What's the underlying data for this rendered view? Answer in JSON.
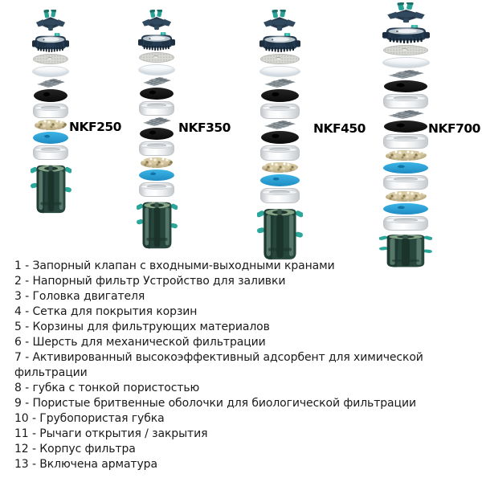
{
  "filters": [
    {
      "label": "NKF250",
      "parts": [
        "valve",
        "motor-head",
        "mesh-disc",
        "white-pad",
        "grid-plate",
        "black-sponge",
        "basket",
        "ceramic-rings",
        "blue-sponge",
        "basket",
        "body"
      ]
    },
    {
      "label": "NKF350",
      "parts": [
        "valve",
        "motor-head",
        "mesh-disc",
        "white-pad",
        "grid-plate",
        "black-sponge",
        "basket",
        "grid-plate",
        "black-sponge",
        "basket",
        "ceramic-rings",
        "blue-sponge",
        "basket",
        "body"
      ]
    },
    {
      "label": "NKF450",
      "parts": [
        "valve",
        "motor-head",
        "mesh-disc",
        "white-pad",
        "grid-plate",
        "black-sponge",
        "basket",
        "grid-plate",
        "black-sponge",
        "basket",
        "ceramic-rings",
        "blue-sponge",
        "basket",
        "body"
      ]
    },
    {
      "label": "NKF700",
      "parts": [
        "valve",
        "motor-head",
        "mesh-disc",
        "white-pad",
        "grid-plate",
        "black-sponge",
        "basket",
        "grid-plate",
        "black-sponge",
        "basket",
        "ceramic-rings",
        "blue-sponge",
        "basket",
        "ceramic-rings",
        "blue-sponge",
        "basket",
        "body"
      ]
    }
  ],
  "parts_list": [
    "1 - Запорный клапан с входными-выходными кранами",
    "2 - Напорный фильтр Устройство для заливки",
    "3 - Головка двигателя",
    "4 - Сетка для покрытия корзин",
    "5 - Корзины для фильтрующих материалов",
    "6 - Шерсть для механической фильтрации",
    "7 - Активированный высокоэффективный адсорбент для химической\nфильтрации",
    "8 - губка с тонкой пористостью",
    "9 - Пористые бритвенные оболочки для биологической фильтрации",
    "10 - Грубопористая губка",
    "11 - Рычаги открытия / закрытия",
    "12 - Корпус фильтра",
    "13 - Включена арматура"
  ],
  "colors": {
    "accent_teal": "#2aa79a",
    "body_green": "#27463e",
    "sponge_blue": "#2aa3dc",
    "sponge_black": "#141414",
    "ceramic_beige": "#d8cba4",
    "motor_navy": "#263c52",
    "text": "#1a1a1a",
    "label": "#000000",
    "background": "#ffffff"
  }
}
